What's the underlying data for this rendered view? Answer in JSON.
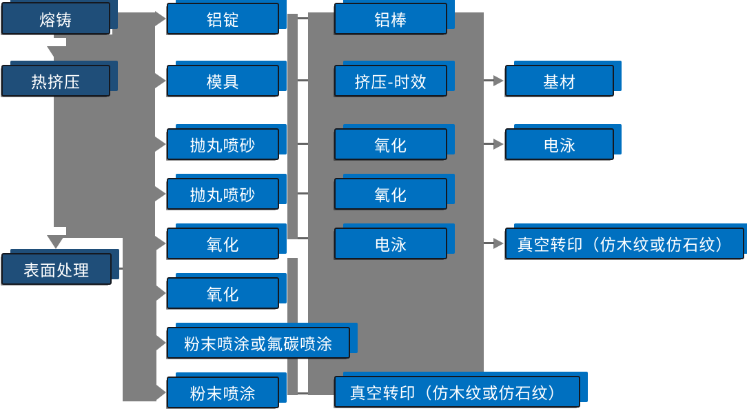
{
  "colors": {
    "process_box_blue": "#0070C0",
    "stage_box_dark_blue": "#1F4E79",
    "connector_gray": "#7F7F7F",
    "thin_line_gray": "#636363",
    "box_border": "#15181F",
    "box_text": "#FFFFFF"
  },
  "nodes": [
    {
      "id": "melt-casting",
      "label": "熔铸",
      "variant": "dark"
    },
    {
      "id": "hot-extrusion",
      "label": "热挤压",
      "variant": "dark"
    },
    {
      "id": "surface-treatment",
      "label": "表面处理",
      "variant": "dark"
    },
    {
      "id": "aluminum-ingot",
      "label": "铝锭",
      "variant": "blue"
    },
    {
      "id": "mold",
      "label": "模具",
      "variant": "blue"
    },
    {
      "id": "shot-blasting-1",
      "label": "抛丸喷砂",
      "variant": "blue"
    },
    {
      "id": "shot-blasting-2",
      "label": "抛丸喷砂",
      "variant": "blue"
    },
    {
      "id": "oxidation-1",
      "label": "氧化",
      "variant": "blue"
    },
    {
      "id": "oxidation-2",
      "label": "氧化",
      "variant": "blue"
    },
    {
      "id": "powder-or-fluorocarbon-coating",
      "label": "粉末喷涂或氟碳喷涂",
      "variant": "blue"
    },
    {
      "id": "powder-coating",
      "label": "粉末喷涂",
      "variant": "blue"
    },
    {
      "id": "aluminum-rod",
      "label": "铝棒",
      "variant": "blue"
    },
    {
      "id": "extrusion-aging",
      "label": "挤压-时效",
      "variant": "blue"
    },
    {
      "id": "oxidation-3",
      "label": "氧化",
      "variant": "blue"
    },
    {
      "id": "oxidation-4",
      "label": "氧化",
      "variant": "blue"
    },
    {
      "id": "electrophoresis-1",
      "label": "电泳",
      "variant": "blue"
    },
    {
      "id": "base-material",
      "label": "基材",
      "variant": "blue"
    },
    {
      "id": "electrophoresis-2",
      "label": "电泳",
      "variant": "blue"
    },
    {
      "id": "vacuum-transfer-1",
      "label": "真空转印（仿木纹或仿石纹）",
      "variant": "blue"
    },
    {
      "id": "vacuum-transfer-2",
      "label": "真空转印（仿木纹或仿石纹）",
      "variant": "blue"
    }
  ],
  "connector_groups": [
    {
      "type": "down-arrow",
      "from": "熔铸",
      "to": "热挤压"
    },
    {
      "type": "down-arrow",
      "from": "热挤压",
      "to": "表面处理"
    },
    {
      "type": "right-arrows",
      "to": [
        "铝锭",
        "模具",
        "抛丸喷砂",
        "抛丸喷砂",
        "氧化",
        "氧化",
        "粉末喷涂或氟碳喷涂",
        "粉末喷涂"
      ]
    },
    {
      "type": "right-arrows",
      "to": [
        "基材",
        "电泳",
        "真空转印（仿木纹或仿石纹）"
      ]
    }
  ]
}
